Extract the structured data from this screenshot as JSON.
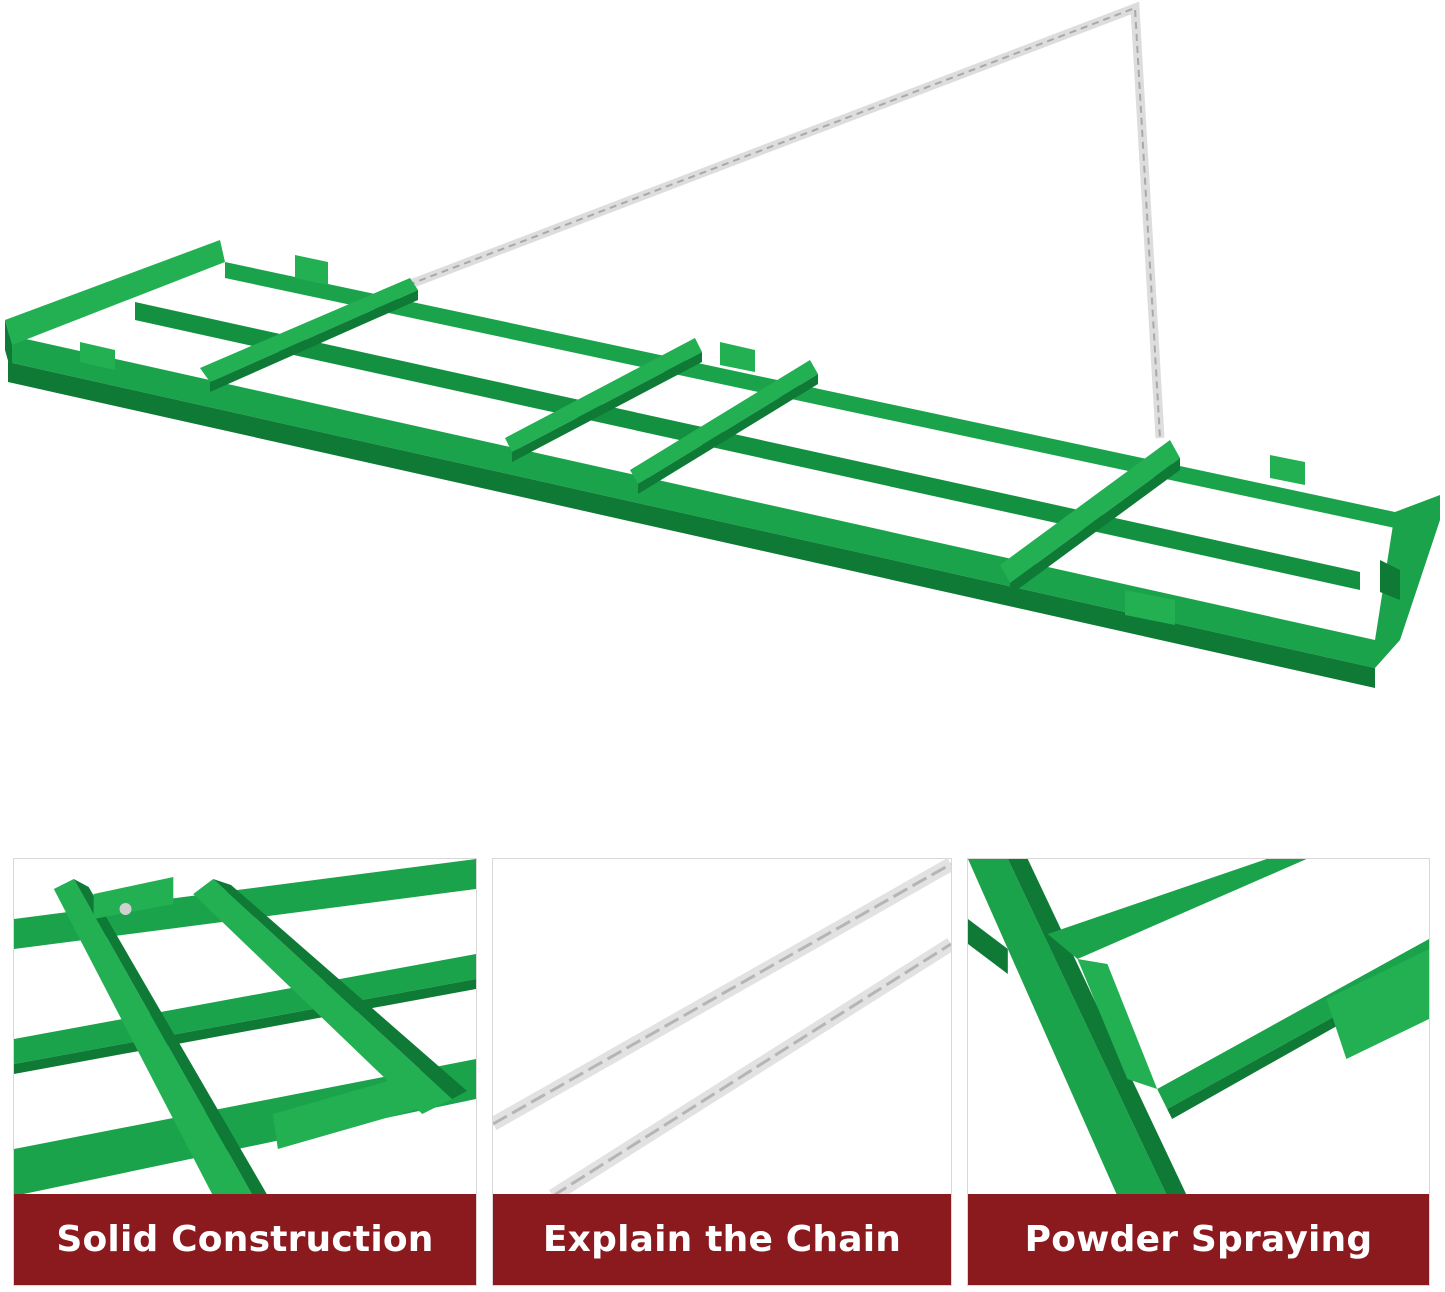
{
  "colors": {
    "frame_green": "#1aa34a",
    "frame_dark": "#0f7a36",
    "frame_light": "#3fbf68",
    "chain": "#c9c9c9",
    "banner": "#8b1a1f"
  },
  "hero": {
    "icon": "tractor-drag-harrow-frame-with-chain"
  },
  "panels": [
    {
      "caption": "Solid Construction",
      "icon": "frame-joint-closeup"
    },
    {
      "caption": "Explain the Chain",
      "icon": "chain-closeup"
    },
    {
      "caption": "Powder Spraying",
      "icon": "frame-corner-closeup"
    }
  ]
}
